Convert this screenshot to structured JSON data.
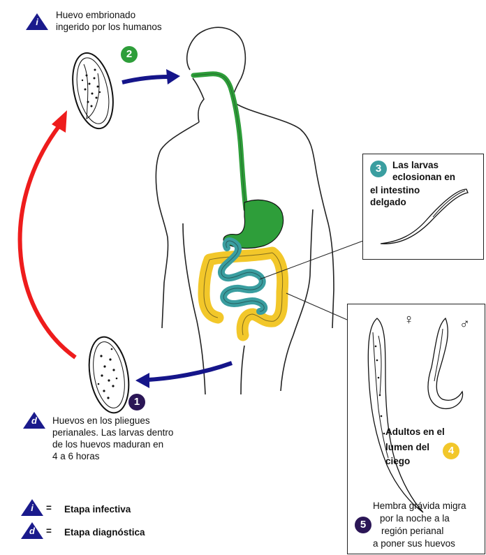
{
  "legend_top": {
    "symbol": "i",
    "text_line1": "Huevo embrionado",
    "text_line2": "ingerido por los humanos"
  },
  "steps": {
    "s1": {
      "num": "1"
    },
    "s2": {
      "num": "2"
    },
    "s3": {
      "num": "3",
      "l1": "Las larvas",
      "l2": "eclosionan en",
      "l3": "el intestino",
      "l4": "delgado"
    },
    "s4": {
      "num": "4",
      "l1": "Adultos en el",
      "l2": "lumen del",
      "l3": "ciego"
    },
    "s5": {
      "num": "5",
      "l1": "Hembra grávida migra",
      "l2": "por la noche a la",
      "l3": "región perianal",
      "l4": "a poner sus huevos"
    }
  },
  "diag": {
    "symbol": "d",
    "l1": "Huevos en los pliegues",
    "l2": "perianales. Las larvas dentro",
    "l3": "de los huevos maduran en",
    "l4": "4 a 6 horas"
  },
  "sex": {
    "female": "♀",
    "male": "♂"
  },
  "legend": {
    "i_symbol": "i",
    "d_symbol": "d",
    "eq": "=",
    "infective": "Etapa infectiva",
    "diagnostic": "Etapa diagnóstica"
  },
  "colors": {
    "infective_blue": "#1a1a8c",
    "step2_green": "#2e9e3a",
    "step3_teal": "#3a9ea0",
    "step4_yellow": "#f2c72a",
    "step1_purple": "#2b1656",
    "arrow_red": "#ee1c1c",
    "arrow_blue": "#15158a",
    "gut_green": "#2e9e3a",
    "colon_yellow": "#f2c72a",
    "intestine_teal": "#3a9ea0"
  }
}
